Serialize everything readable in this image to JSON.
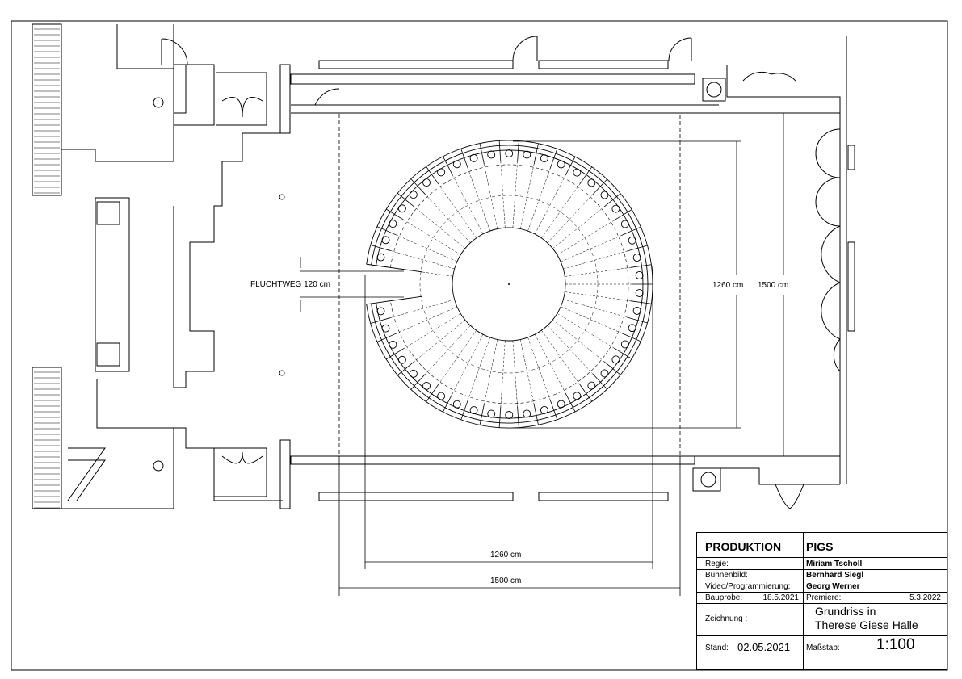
{
  "plan": {
    "escape_route_label": "FLUCHTWEG 120 cm",
    "dim_inner_vertical": "1260 cm",
    "dim_outer_vertical": "1500 cm",
    "dim_inner_horizontal": "1260 cm",
    "dim_outer_horizontal": "1500 cm"
  },
  "titleblock": {
    "production_label": "PRODUKTION",
    "production_name": "PIGS",
    "rows": [
      {
        "label": "Regie:",
        "value": "Miriam Tscholl"
      },
      {
        "label": "Bühnenbild:",
        "value": "Bernhard Siegl"
      },
      {
        "label": "Video/Programmierung:",
        "value": "Georg Werner"
      }
    ],
    "bauprobe_label": "Bauprobe:",
    "bauprobe_date": "18.5.2021",
    "premiere_label": "Premiere:",
    "premiere_date": "5.3.2022",
    "drawing_label": "Zeichnung :",
    "drawing_title_1": "Grundriss in",
    "drawing_title_2": "Therese Giese Halle",
    "stand_label": "Stand:",
    "stand_date": "02.05.2021",
    "scale_label": "Maßstab:",
    "scale_value": "1:100"
  }
}
